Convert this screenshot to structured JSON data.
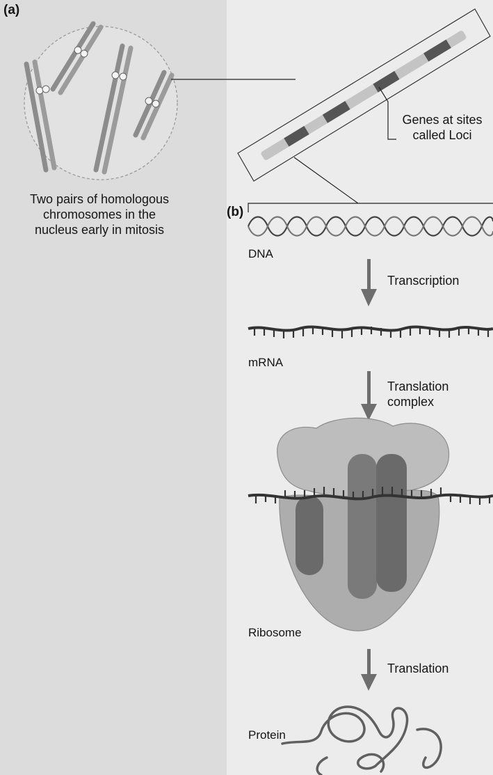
{
  "panel_a": {
    "label": "(a)",
    "caption_lines": [
      "Two pairs of homologous",
      "chromosomes in the",
      "nucleus early in mitosis"
    ]
  },
  "genes": {
    "caption_lines": [
      "Genes at sites",
      "called Loci"
    ]
  },
  "panel_b": {
    "label": "(b)",
    "molecules": {
      "dna": "DNA",
      "mrna": "mRNA",
      "ribosome": "Ribosome",
      "protein": "Protein"
    },
    "steps": {
      "transcription": "Transcription",
      "translation_complex_lines": [
        "Translation",
        "complex"
      ],
      "translation": "Translation"
    }
  },
  "colors": {
    "chromosome": "#8c8c8c",
    "gene_dark": "#555555",
    "gene_light": "#c4c4c4",
    "strand": "#3a3a3a",
    "arrow": "#6e6e6e",
    "ribosome_outer": "#b5b5b5",
    "ribosome_inner": "#6a6a6a"
  }
}
